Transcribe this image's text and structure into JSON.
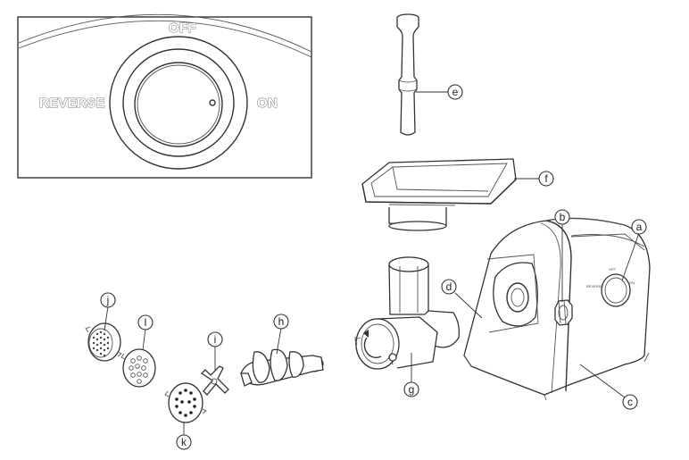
{
  "inset": {
    "labels": {
      "off": "OFF",
      "on": "ON",
      "reverse": "REVERSE"
    }
  },
  "body_switch_labels": {
    "off": "OFF",
    "on": "ON",
    "reverse": "REVERSE"
  },
  "callouts": [
    {
      "id": "a",
      "label": "a"
    },
    {
      "id": "b",
      "label": "b"
    },
    {
      "id": "c",
      "label": "c"
    },
    {
      "id": "d",
      "label": "d"
    },
    {
      "id": "e",
      "label": "e"
    },
    {
      "id": "f",
      "label": "f"
    },
    {
      "id": "g",
      "label": "g"
    },
    {
      "id": "h",
      "label": "h"
    },
    {
      "id": "i",
      "label": "i"
    },
    {
      "id": "j",
      "label": "j"
    },
    {
      "id": "k",
      "label": "k"
    },
    {
      "id": "l",
      "label": "l"
    }
  ]
}
